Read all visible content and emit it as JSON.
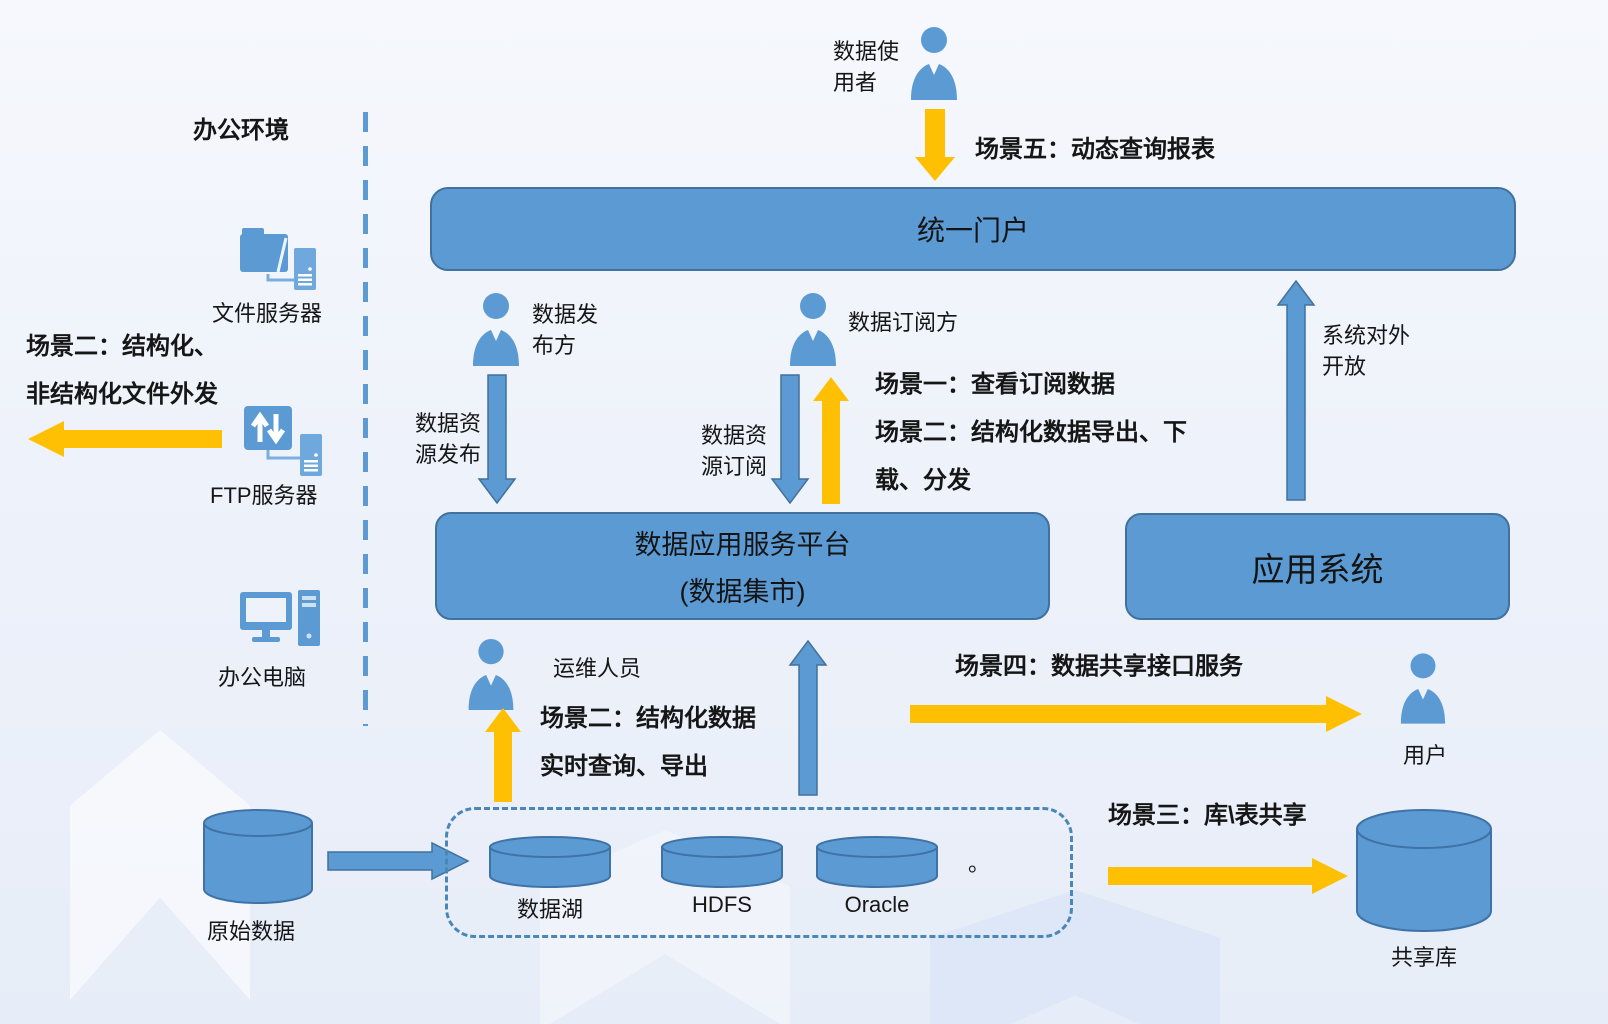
{
  "colors": {
    "shape_blue": "#5b9ad3",
    "shape_border": "#41719c",
    "arrow_yellow": "#ffc003",
    "dashed_blue": "#4a86b8",
    "background": "#eef2fa",
    "text": "#161616"
  },
  "office": {
    "title": "办公环境",
    "file_server": "文件服务器",
    "ftp_server": "FTP服务器",
    "pc": "办公电脑",
    "scene2_lines": [
      "场景二：结构化、",
      "非结构化文件外发"
    ]
  },
  "portal": {
    "label": "统一门户"
  },
  "platform": {
    "lines": [
      "数据应用服务平台",
      "(数据集市)"
    ]
  },
  "app_system": {
    "label": "应用系统"
  },
  "actors": {
    "data_user": {
      "lines": [
        "数据使",
        "用者"
      ]
    },
    "publisher": {
      "lines": [
        "数据发",
        "布方"
      ]
    },
    "subscriber": {
      "label": "数据订阅方"
    },
    "ops": {
      "label": "运维人员"
    },
    "end_user": {
      "label": "用户"
    }
  },
  "flows": {
    "publish": [
      "数据资",
      "源发布"
    ],
    "subscribe": [
      "数据资",
      "源订阅"
    ],
    "sys_open": [
      "系统对外",
      "开放"
    ]
  },
  "scenes": {
    "s5": "场景五：动态查询报表",
    "s1": "场景一：查看订阅数据",
    "s2_subscriber": [
      "场景二：结构化数据导出、下",
      "载、分发"
    ],
    "s2_ops": [
      "场景二：结构化数据",
      "实时查询、导出"
    ],
    "s4": "场景四：数据共享接口服务",
    "s3": "场景三：库\\表共享"
  },
  "datastores": {
    "raw": "原始数据",
    "lake": "数据湖",
    "hdfs": "HDFS",
    "oracle": "Oracle",
    "dot": "。",
    "shared": "共享库"
  }
}
